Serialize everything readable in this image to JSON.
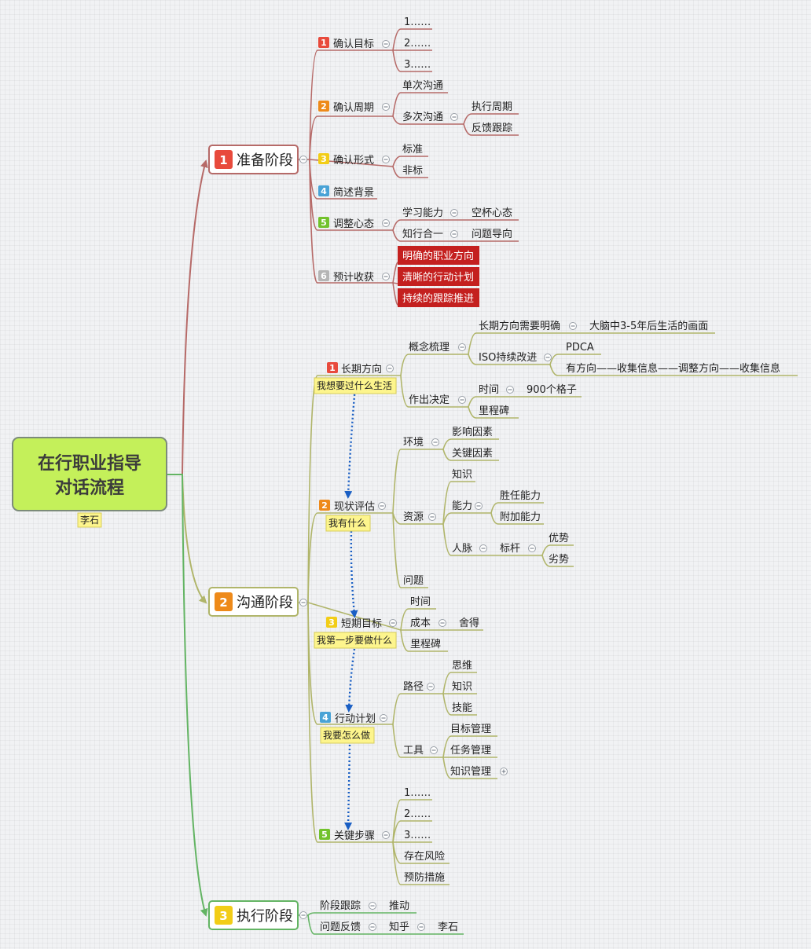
{
  "root": {
    "title_line1": "在行职业指导",
    "title_line2": "对话流程",
    "author": "李石"
  },
  "stages": [
    {
      "num": "1",
      "label": "准备阶段",
      "color": "#b66a68"
    },
    {
      "num": "2",
      "label": "沟通阶段",
      "color": "#b0b56a"
    },
    {
      "num": "3",
      "label": "执行阶段",
      "color": "#63b463"
    }
  ],
  "prep": {
    "goal": {
      "num": "1",
      "label": "确认目标",
      "items": [
        "1……",
        "2……",
        "3……"
      ]
    },
    "cycle": {
      "num": "2",
      "label": "确认周期",
      "single": "单次沟通",
      "multi": "多次沟通",
      "multi_items": [
        "执行周期",
        "反馈跟踪"
      ]
    },
    "form": {
      "num": "3",
      "label": "确认形式",
      "items": [
        "标准",
        "非标"
      ]
    },
    "bg": {
      "num": "4",
      "label": "简述背景"
    },
    "mind": {
      "num": "5",
      "label": "调整心态",
      "rows": [
        [
          "学习能力",
          "空杯心态"
        ],
        [
          "知行合一",
          "问题导向"
        ]
      ]
    },
    "gain": {
      "num": "6",
      "label": "预计收获",
      "items": [
        "明确的职业方向",
        "清晰的行动计划",
        "持续的跟踪推进"
      ]
    }
  },
  "comm": {
    "long": {
      "num": "1",
      "label": "长期方向",
      "callout": "我想要过什么生活",
      "concept": "概念梳理",
      "clear": "长期方向需要明确",
      "picture": "大脑中3-5年后生活的画面",
      "iso": "ISO持续改进",
      "pdca": "PDCA",
      "cycle": "有方向——收集信息——调整方向——收集信息",
      "decide": "作出决定",
      "time": "时间",
      "grid": "900个格子",
      "milestone": "里程碑"
    },
    "status": {
      "num": "2",
      "label": "现状评估",
      "callout": "我有什么",
      "env": "环境",
      "env_items": [
        "影响因素",
        "关键因素"
      ],
      "res": "资源",
      "knowledge": "知识",
      "ability": "能力",
      "ability_items": [
        "胜任能力",
        "附加能力"
      ],
      "network": "人脉",
      "benchmark": "标杆",
      "bench_items": [
        "优势",
        "劣势"
      ],
      "problem": "问题"
    },
    "short": {
      "num": "3",
      "label": "短期目标",
      "callout": "我第一步要做什么",
      "time": "时间",
      "cost": "成本",
      "giveup": "舍得",
      "milestone": "里程碑"
    },
    "plan": {
      "num": "4",
      "label": "行动计划",
      "callout": "我要怎么做",
      "path": "路径",
      "path_items": [
        "思维",
        "知识",
        "技能"
      ],
      "tool": "工具",
      "tool_items": [
        "目标管理",
        "任务管理",
        "知识管理"
      ]
    },
    "key": {
      "num": "5",
      "label": "关键步骤",
      "items": [
        "1……",
        "2……",
        "3……",
        "存在风险",
        "预防措施"
      ]
    }
  },
  "exec": {
    "track": "阶段跟踪",
    "push": "推动",
    "feedback": "问题反馈",
    "zhihu": "知乎",
    "author": "李石"
  },
  "colors": {
    "prep_line": "#b66a68",
    "comm_line": "#b0b56a",
    "exec_line": "#63b463",
    "badge_red": "#e84a3c",
    "badge_orange": "#ee8a1a",
    "badge_yellow": "#f2cd17",
    "badge_blue": "#4aa3d6",
    "badge_green": "#72c22c",
    "badge_gray": "#b5b5b5",
    "red_box": "#c4201f",
    "callout": "#fdf58d",
    "dotted_arrow": "#1a5fc4"
  }
}
